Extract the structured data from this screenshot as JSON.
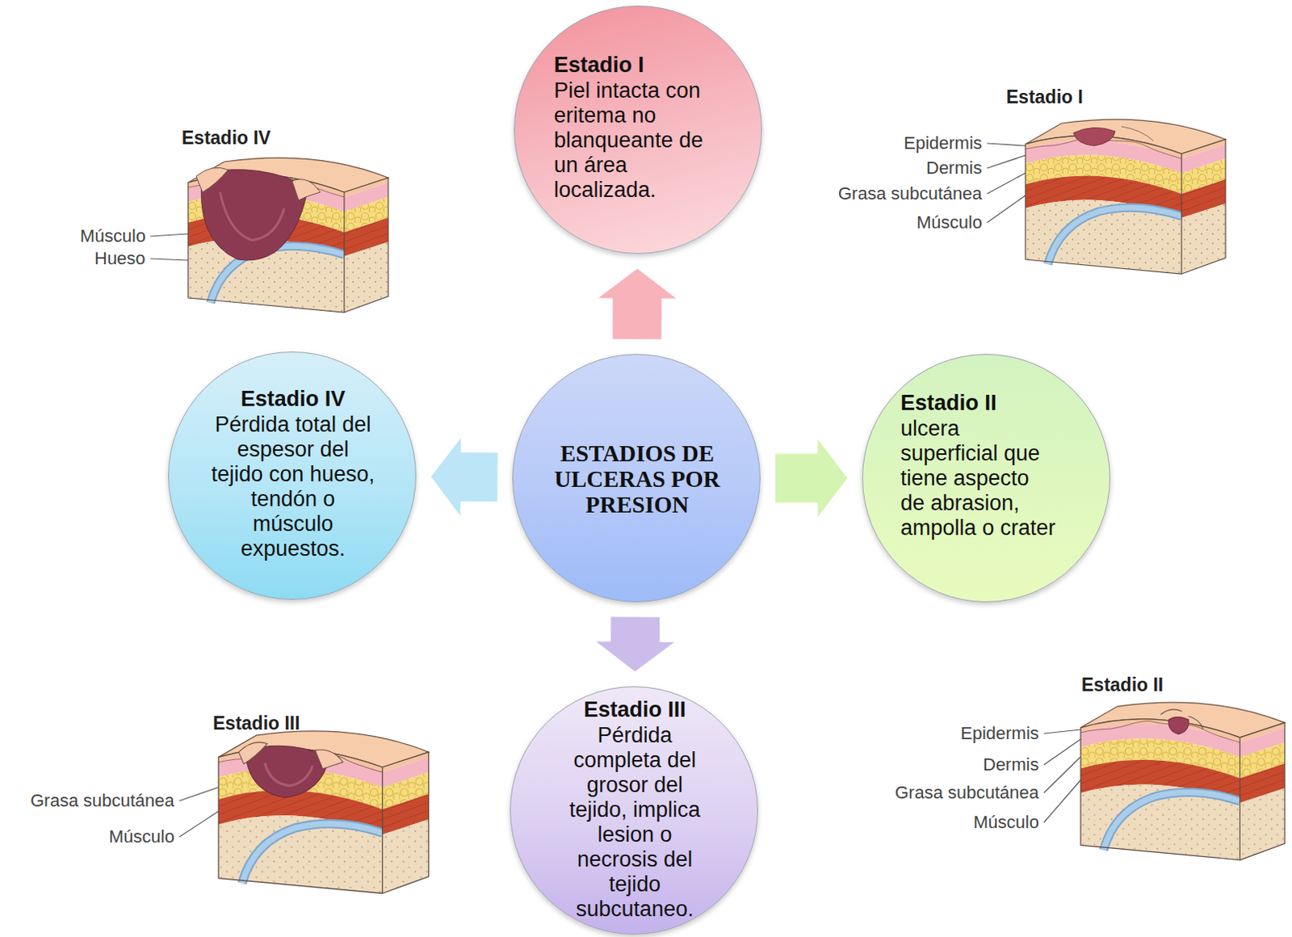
{
  "diagram": {
    "nodes": [
      {
        "text": [
          "Estadio I",
          "Piel intacta con eritema no blanqueante de un área localizada."
        ]
      },
      {
        "text": [
          "Estadio IV",
          "Pérdida total del espesor del tejido con hueso, tendón o músculo expuestos."
        ]
      },
      {
        "text": [
          "ESTADIOS DE ULCERAS POR PRESION"
        ]
      },
      {
        "text": [
          "Estadio II",
          "ulcera superficial que tiene aspecto de abrasion, ampolla o crater"
        ]
      },
      {
        "text": [
          "Estadio III",
          "Pérdida completa del grosor del tejido, implica lesion o necrosis del tejido subcutaneo."
        ]
      }
    ],
    "edges": [
      {
        "from": 2,
        "to": 0,
        "arrow": "to"
      },
      {
        "from": 2,
        "to": 3,
        "arrow": "to"
      },
      {
        "from": 2,
        "to": 4,
        "arrow": "to"
      },
      {
        "from": 2,
        "to": 1,
        "arrow": "to"
      }
    ],
    "labels": [
      "Estadio IV",
      "Músculo",
      "Hueso",
      "Estadio I",
      "Epidermis",
      "Dermis",
      "Grasa subcutánea",
      "Músculo",
      "Estadio III",
      "Grasa subcutánea",
      "Músculo",
      "Estadio II",
      "Epidermis",
      "Dermis",
      "Grasa subcutánea",
      "Músculo"
    ]
  }
}
